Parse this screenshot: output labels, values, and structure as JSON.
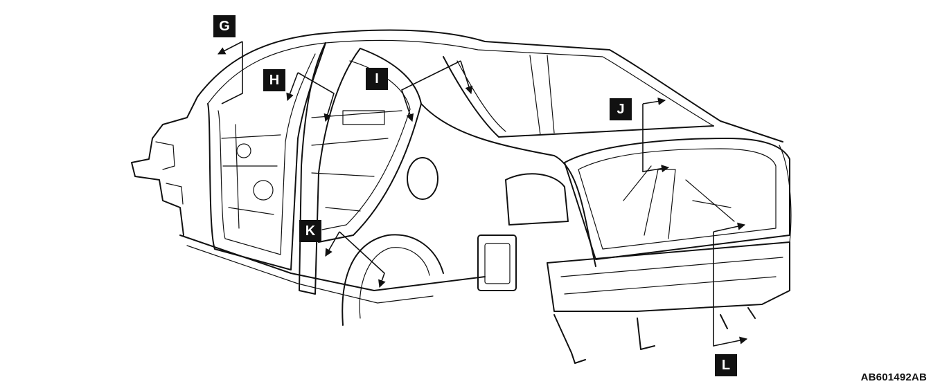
{
  "callouts": {
    "g": "G",
    "h": "H",
    "i": "I",
    "j": "J",
    "k": "K",
    "l": "L"
  },
  "figure_id": "AB601492AB",
  "colors": {
    "ink": "#111111",
    "background": "#ffffff",
    "callout_text": "#ffffff"
  }
}
